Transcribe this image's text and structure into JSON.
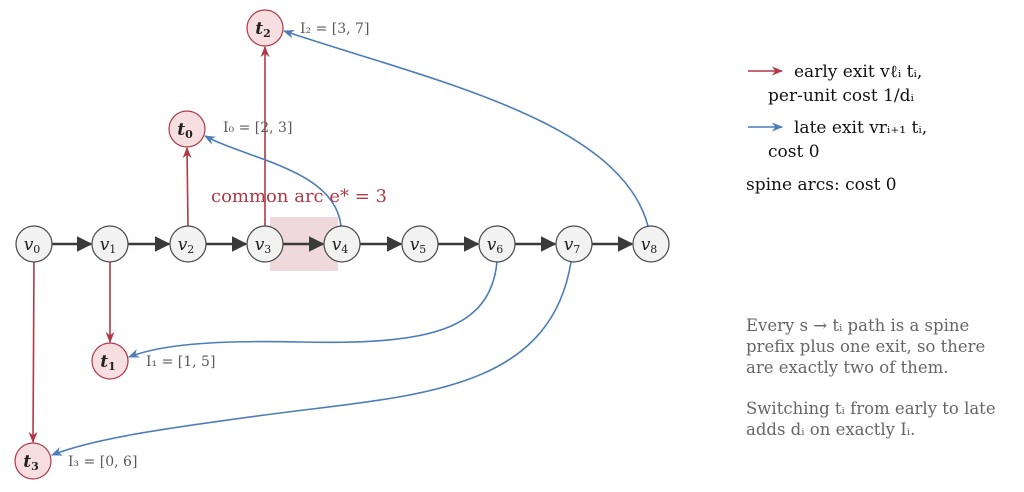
{
  "spine_nodes": [
    {
      "base": "v",
      "sub": "0"
    },
    {
      "base": "v",
      "sub": "1"
    },
    {
      "base": "v",
      "sub": "2"
    },
    {
      "base": "v",
      "sub": "3"
    },
    {
      "base": "v",
      "sub": "4"
    },
    {
      "base": "v",
      "sub": "5"
    },
    {
      "base": "v",
      "sub": "6"
    },
    {
      "base": "v",
      "sub": "7"
    },
    {
      "base": "v",
      "sub": "8"
    }
  ],
  "sinks": [
    {
      "id": "t0",
      "base": "t",
      "sub": "0",
      "interval": "I₀ = [2, 3]",
      "early_from": "v2",
      "late_from": "v4"
    },
    {
      "id": "t1",
      "base": "t",
      "sub": "1",
      "interval": "I₁ = [1, 5]",
      "early_from": "v1",
      "late_from": "v6"
    },
    {
      "id": "t2",
      "base": "t",
      "sub": "2",
      "interval": "I₂ = [3, 7]",
      "early_from": "v3",
      "late_from": "v8"
    },
    {
      "id": "t3",
      "base": "t",
      "sub": "3",
      "interval": "I₃ = [0, 6]",
      "early_from": "v0",
      "late_from": "v7"
    }
  ],
  "common_arc": {
    "label": "common arc e* = 3",
    "from": "v3",
    "to": "v4"
  },
  "legend": {
    "early_line1": "early exit vℓᵢ tᵢ,",
    "early_line2": "per-unit cost 1/dᵢ",
    "late_line1": "late exit vrᵢ₊₁ tᵢ,",
    "late_line2": "cost 0",
    "spine": "spine arcs: cost 0"
  },
  "notes": {
    "p1": "Every s → tᵢ path is a spine prefix plus one exit, so there are exactly two of them.",
    "p2": "Switching tᵢ from early to late adds dᵢ on exactly Iᵢ."
  },
  "colors": {
    "early": "#b03a48",
    "late": "#4d7db8",
    "spine": "#3a3a3a",
    "highlight": "#efd9dc"
  }
}
